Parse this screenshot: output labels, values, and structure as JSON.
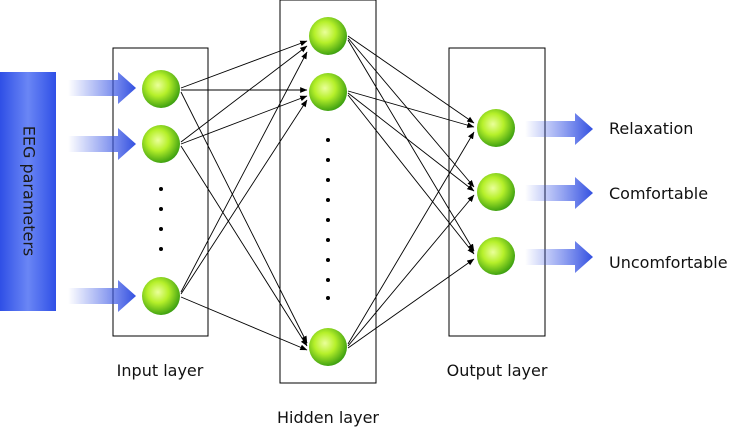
{
  "colors": {
    "node_light": "#d6ff6e",
    "node_dark": "#3fae12",
    "arrow_blue": "#3350e0",
    "box_stroke": "#000000"
  },
  "input_bar": {
    "label": "EEG parameters"
  },
  "layers": {
    "input": {
      "label": "Input layer"
    },
    "hidden": {
      "label": "Hidden layer"
    },
    "output": {
      "label": "Output layer"
    }
  },
  "outputs": [
    {
      "label": "Relaxation"
    },
    {
      "label": "Comfortable"
    },
    {
      "label": "Uncomfortable"
    }
  ]
}
